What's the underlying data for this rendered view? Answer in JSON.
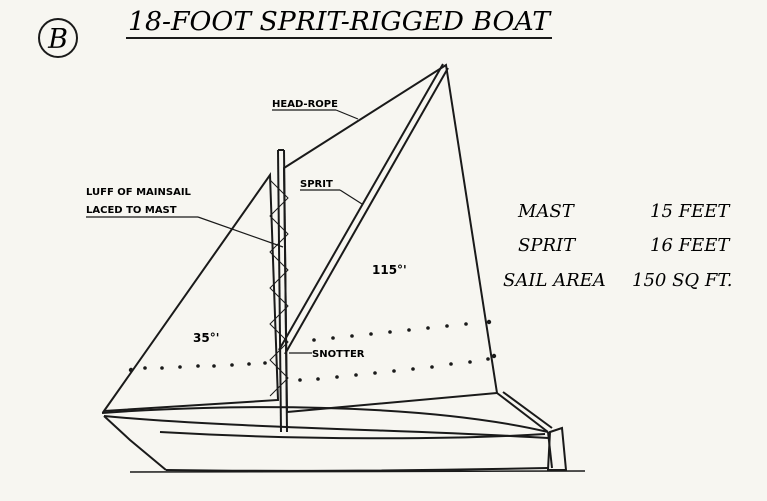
{
  "figure_letter": "B",
  "title": "18-FOOT SPRIT-RIGGED BOAT",
  "labels": {
    "head_rope": "HEAD-ROPE",
    "luff_line1": "LUFF OF MAINSAIL",
    "luff_line2": "LACED TO MAST",
    "sprit": "SPRIT",
    "snotter": "SNOTTER",
    "main_area": "115°'",
    "jib_area": "35°'"
  },
  "specs": [
    {
      "name": "MAST",
      "value": "15 FEET"
    },
    {
      "name": "SPRIT",
      "value": "16 FEET"
    },
    {
      "name": "SAIL AREA",
      "value": "150 SQ FT."
    }
  ],
  "colors": {
    "ink": "#1a1a1a",
    "paper": "#f7f6f1"
  }
}
